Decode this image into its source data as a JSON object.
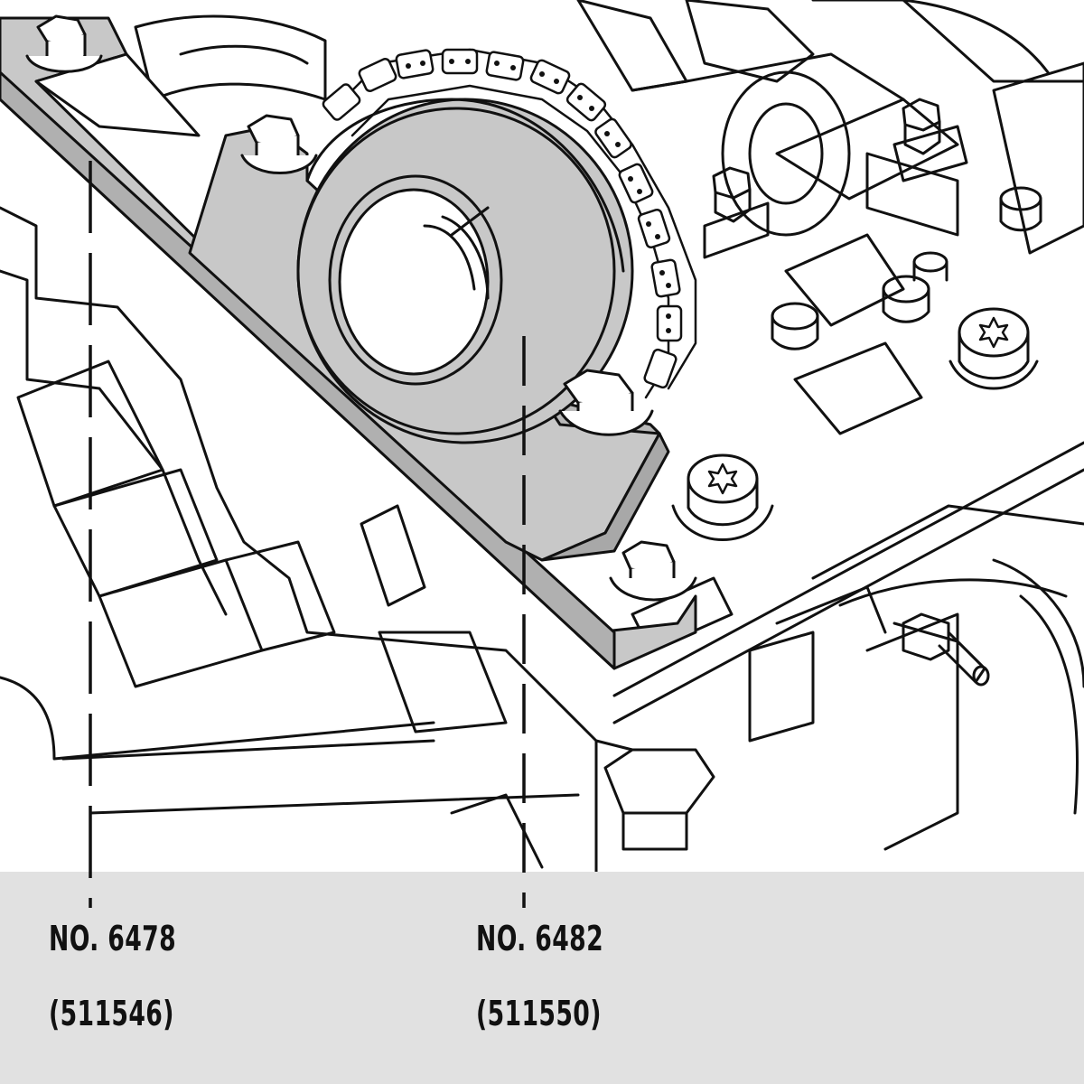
{
  "labels": [
    {
      "number": "NO. 6478",
      "part": "(511546)"
    },
    {
      "number": "NO. 6482",
      "part": "(511550)"
    }
  ],
  "colors": {
    "tool_fill": "#c8c8c8",
    "line": "#111111",
    "caption_band": "#e1e1e1",
    "background": "#ffffff"
  }
}
